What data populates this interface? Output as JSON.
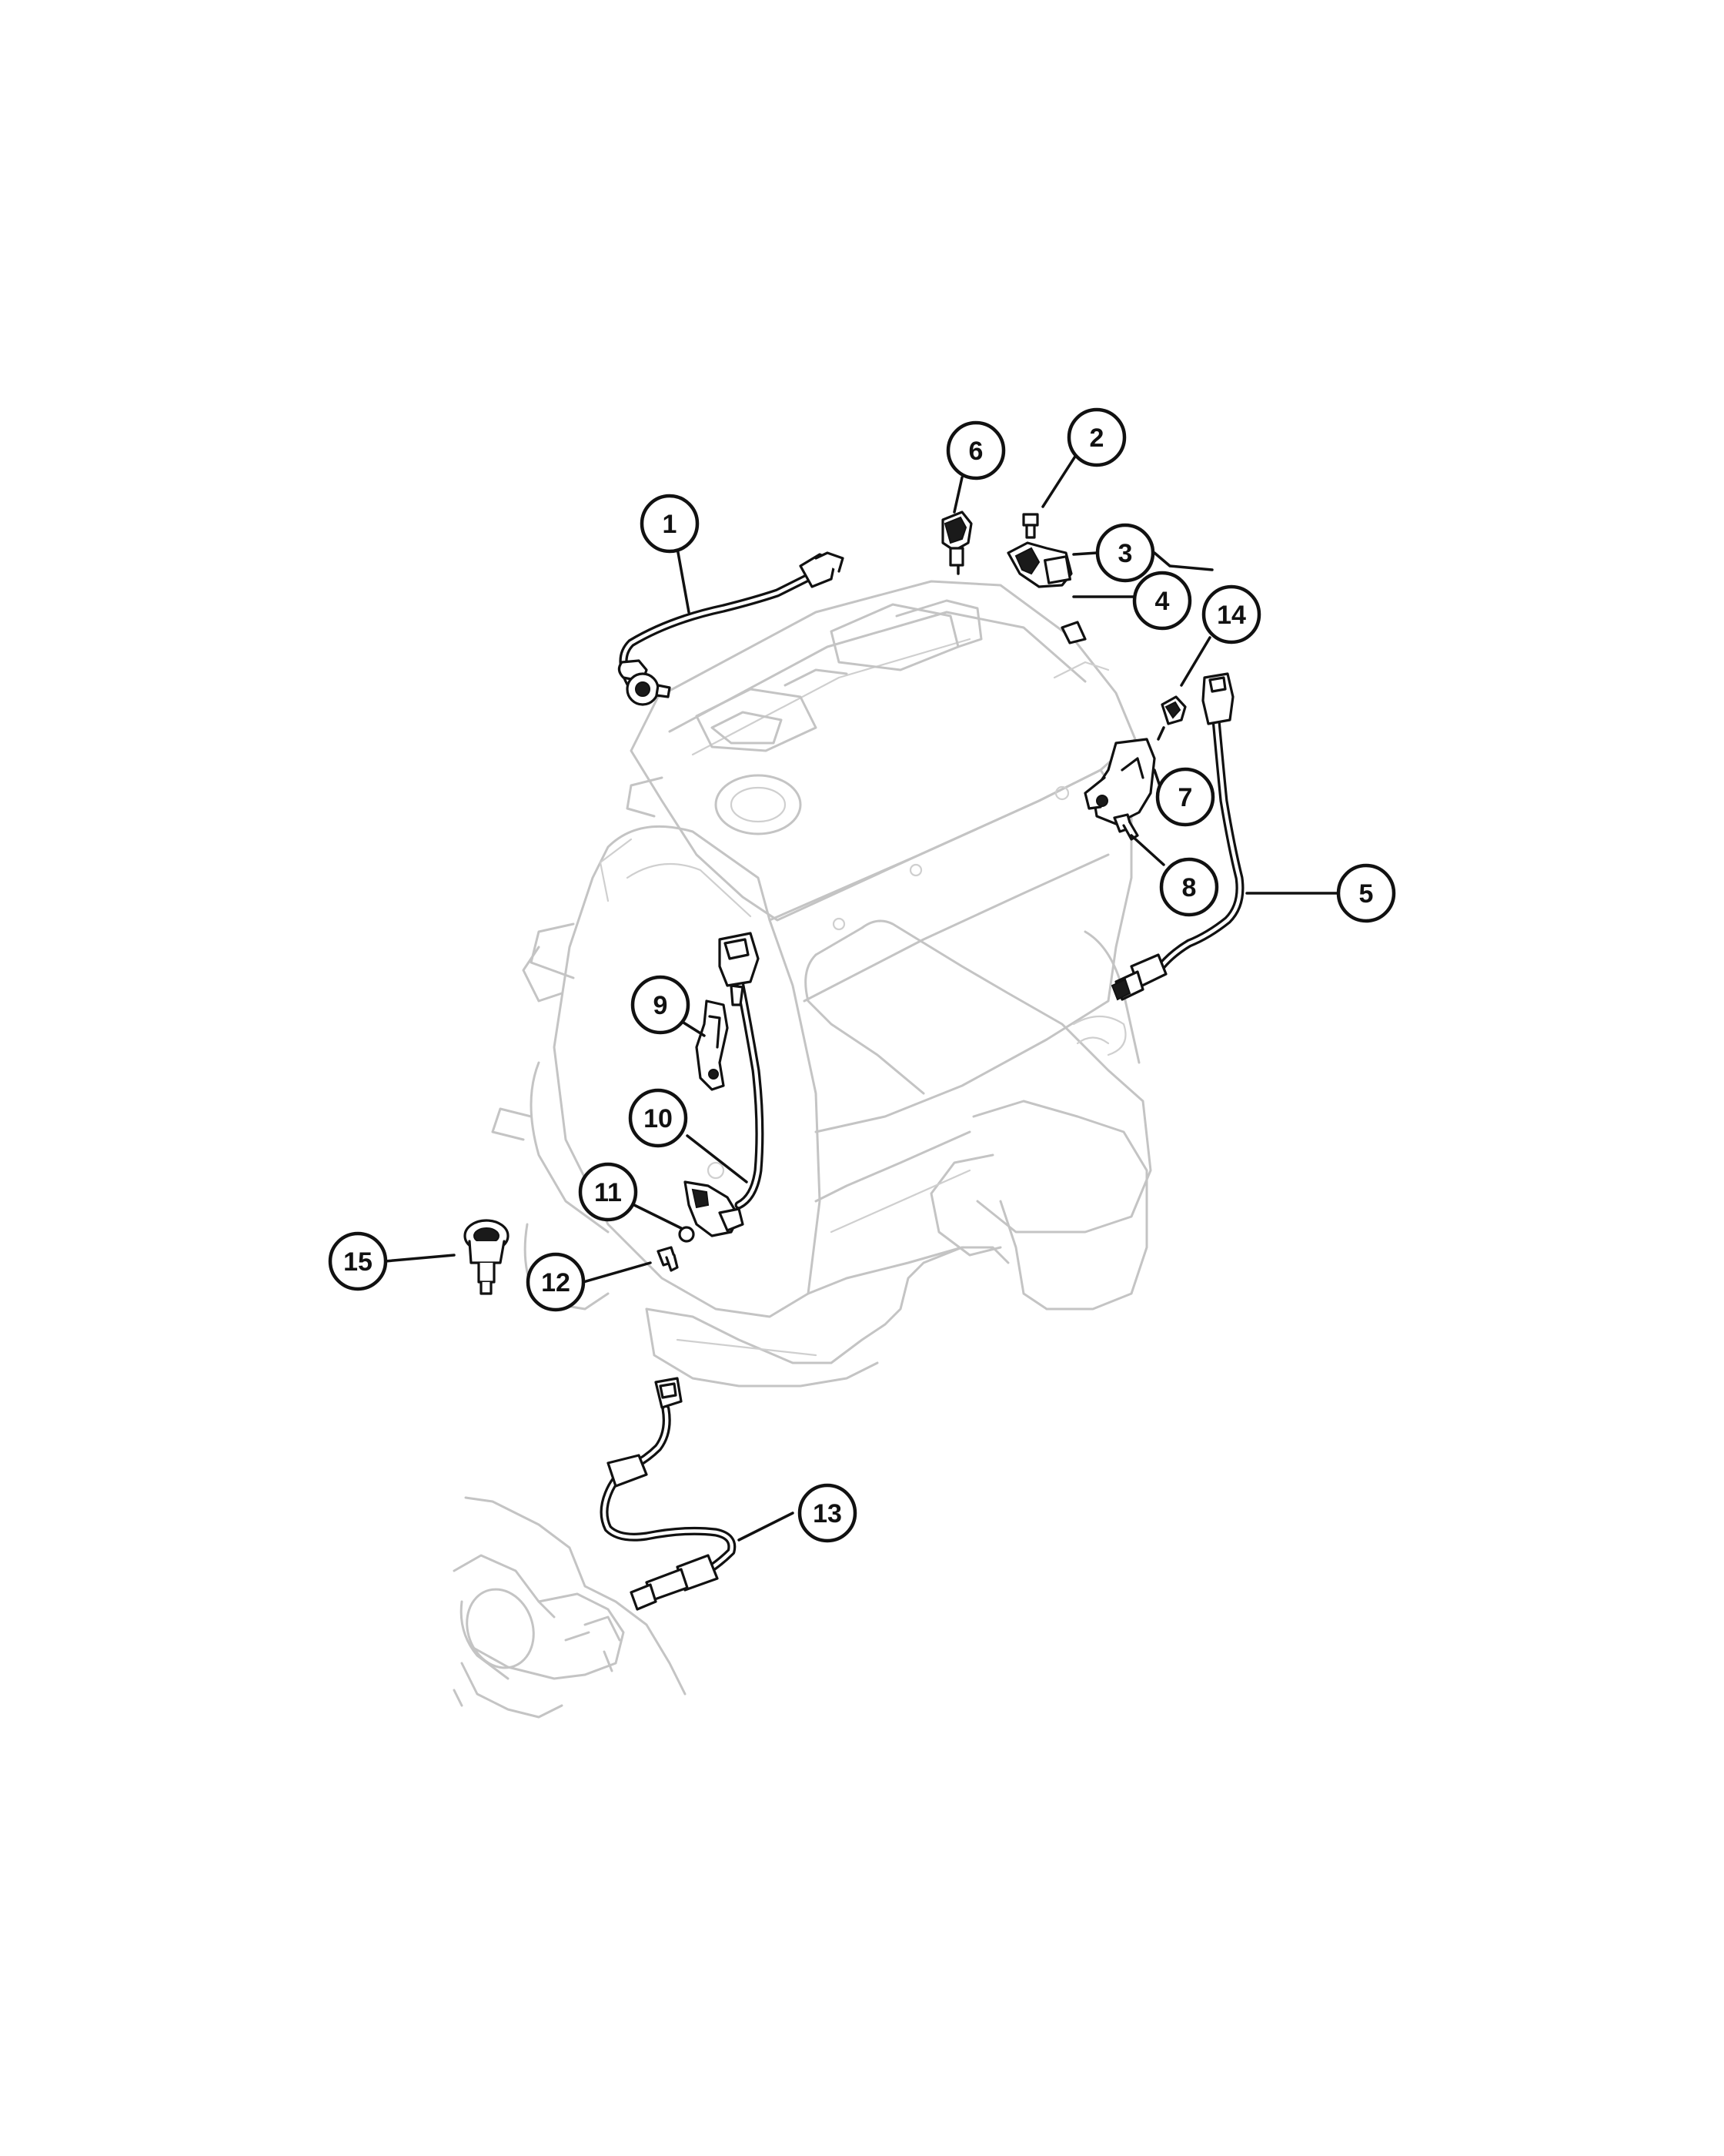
{
  "diagram": {
    "callouts": [
      {
        "label": "1"
      },
      {
        "label": "2"
      },
      {
        "label": "3"
      },
      {
        "label": "4"
      },
      {
        "label": "5"
      },
      {
        "label": "6"
      },
      {
        "label": "7"
      },
      {
        "label": "8"
      },
      {
        "label": "9"
      },
      {
        "label": "10"
      },
      {
        "label": "11"
      },
      {
        "label": "12"
      },
      {
        "label": "13"
      },
      {
        "label": "14"
      },
      {
        "label": "15"
      }
    ]
  }
}
